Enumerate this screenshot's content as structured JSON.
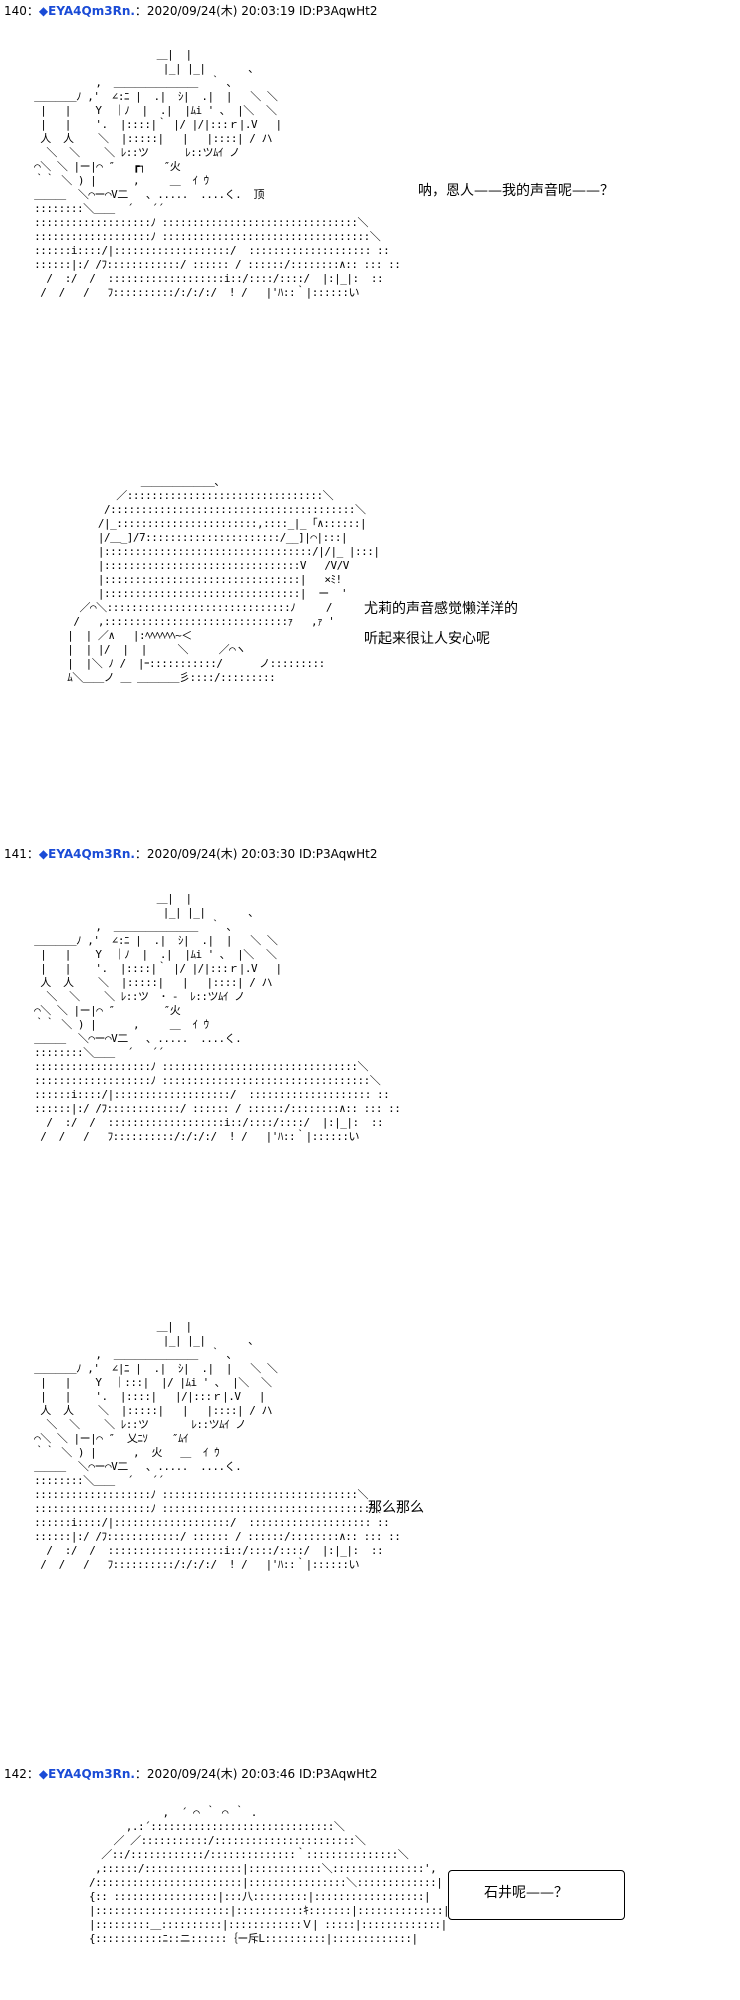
{
  "posts": [
    {
      "number": "140",
      "separator": "：",
      "name": "◆EYA4Qm3Rn.",
      "meta": "：2020/09/24(木) 20:03:19 ID:P3AqwHt2"
    },
    {
      "number": "141",
      "separator": "：",
      "name": "◆EYA4Qm3Rn.",
      "meta": "：2020/09/24(木) 20:03:30 ID:P3AqwHt2"
    },
    {
      "number": "142",
      "separator": "：",
      "name": "◆EYA4Qm3Rn.",
      "meta": "：2020/09/24(木) 20:03:46 ID:P3AqwHt2"
    }
  ],
  "dialogue": {
    "d1": "呐，恩人——我的声音呢——？",
    "d2_line1": "尤莉的声音感觉懒洋洋的",
    "d2_line2": "听起来很让人安心呢",
    "d3": "那么那么",
    "d4": "石井呢——？"
  },
  "ascii_art": {
    "aa1": "                     ＿|  |\n                      |_| |_|       ､\n           ,  ＿＿＿＿＿＿＿＿  ｀ ､\n ＿＿＿＿ﾉ ,'  ∠:ﾆ |  .|  ｼ|  .|  |   ＼ ＼\n  |   |    Y  ｜ﾉ  |  .|  |ﾑi ' ､  |＼  ＼\n  |   |    '.  |::::|｀ |/ |/|:::ｒ|.V   |\n  人  人    ＼  |:::::|   |   |::::| / ハ\n   ＼  ＼    ＼ ﾚ::ツ      ﾚ::ツﾑｲ ノ\n ⌒＼ ＼ |ー|⌒ ″   ┏┐   ″火\n ｀｀ ＼ ) |      ,     ＿  ｲ ｳ\n ＿＿＿  ＼⌒ー⌒V二   ､ .....  ....く.  顶\n ::::::::＼＿＿  ´   ´´                \n :::::::::::::::::::ﾉ ::::::::::::::::::::::::::::::::＼\n :::::::::::::::::::ﾉ ::::::::::::::::::::::::::::::::::＼\n ::::::i::::/|:::::::::::::::::::/  :::::::::::::::::::: ::\n ::::::|:/ /ﾌ::::::::::::/ :::::: / ::::::/::::::::∧:: ::: ::\n   /  :/  /  :::::::::::::::::::i::/::::/::::/  |:|_|:  ::\n  /  /   /   ﾌ::::::::::/:/:/:/  ! /   |'ﾊ::｀|::::::い",
    "aa2": "              ＿＿＿＿＿＿＿、\n          ／::::::::::::::::::::::::::::::::＼\n        /::::::::::::::::::::::::::::::::::::::::＼\n       /|_:::::::::::::::::::::::,::::_|_ ｢∧::::::|\n       |/＿_]/7::::::::::::::::::::::/__]|⌒|:::|\n       |::::::::::::::::::::::::::::::::::/|/|_ |:::|\n       |::::::::::::::::::::::::::::::::V   /V/V\n       |::::::::::::::::::::::::::::::::|   ×ﾐ!\n       |::::::::::::::::::::::::::::::::|  ー  '\n    ／⌒＼::::::::::::::::::::::::::::::ﾉ     /\n   /   ,::::::::::::::::::::::::::::::ｧ   ,ｧ '\n  |  | ／∧   |:ﾍﾍﾍﾍﾍﾍ~＜\n  |  | |/  |  |     ＼     ／⌒ヽ\n  |  |＼ ﾉ /  |ｰ:::::::::::/      ノ:::::::::\n  ﾑ＼＿＿ノ ＿ ＿＿＿＿彡::::/:::::::::",
    "aa3": "                     ＿|  |\n                      |_| |_|       ､\n           ,  ＿＿＿＿＿＿＿＿  ｀ ､\n ＿＿＿＿ﾉ ,'  ∠:ﾆ |  .|  ｼ|  .|  |   ＼ ＼\n  |   |    Y  ｜ﾉ  |  .|  |ﾑi ' ､  |＼  ＼\n  |   |    '.  |::::|｀ |/ |/|:::ｒ|.V   |\n  人  人    ＼  |:::::|   |   |::::| / ハ\n   ＼  ＼    ＼ ﾚ::ツ  ･ ‐  ﾚ::ツﾑｲ ノ\n ⌒＼ ＼ |ー|⌒ ″        ″火\n ｀｀ ＼ ) |      ,     ＿  ｲ ｳ\n ＿＿＿  ＼⌒ー⌒V二   ､ .....  ....く.\n ::::::::＼＿＿  ´   ´´                \n :::::::::::::::::::ﾉ ::::::::::::::::::::::::::::::::＼\n :::::::::::::::::::ﾉ ::::::::::::::::::::::::::::::::::＼\n ::::::i::::/|:::::::::::::::::::/  :::::::::::::::::::: ::\n ::::::|:/ /ﾌ::::::::::::/ :::::: / ::::::/::::::::∧:: ::: ::\n   /  :/  /  :::::::::::::::::::i::/::::/::::/  |:|_|:  ::\n  /  /   /   ﾌ::::::::::/:/:/:/  ! /   |'ﾊ::｀|::::::い",
    "aa4": "                     ＿|  |\n                      |_| |_|       ､\n           ,  ＿＿＿＿＿＿＿＿  ｀ ､\n ＿＿＿＿ﾉ ,'  ∠|ﾆ |  .|  ｼ|  .|  |   ＼ ＼\n  |   |    Y  ｜:::|  |/ |ﾑi ' ､  |＼  ＼\n  |   |    '.  |::::|   |/|:::ｒ|.V   |\n  人  人    ＼  |:::::|   |   |::::| / ハ\n   ＼  ＼    ＼ ﾚ::ツ       ﾚ::ツﾑｲ ノ\n ⌒＼ ＼ |ー|⌒ ″  乂ﾆｿ    ″ﾑｲ\n ｀｀ ＼ ) |      ,  火   ＿  ｲ ｳ\n ＿＿＿  ＼⌒ー⌒V二   ､ .....  ....く.\n ::::::::＼＿＿  ´   ´´                \n :::::::::::::::::::ﾉ ::::::::::::::::::::::::::::::::＼\n :::::::::::::::::::ﾉ ::::::::::::::::::::::::::::::::::＼\n ::::::i::::/|:::::::::::::::::::/  :::::::::::::::::::: ::\n ::::::|:/ /ﾌ::::::::::::/ :::::: / ::::::/::::::::∧:: ::: ::\n   /  :/  /  :::::::::::::::::::i::/::::/::::/  |:|_|:  ::\n  /  /   /   ﾌ::::::::::/:/:/:/  ! /   |'ﾊ::｀|::::::い",
    "aa5": "                    ,  ´ ⌒ ｀ ⌒ ｀ .\n              ,.:´::::::::::::::::::::::::::::::＼\n            ／ ／:::::::::::/:::::::::::::::::::::::＼\n          ／::/::::::::::::/::::::::::::::｀:::::::::::::::＼\n         ,::::::/::::::::::::::::|::::::::::::＼:::::::::::::::',\n        /::::::::::::::::::::::::|::::::::::::::::＼:::::::::::::|\n        {:: :::::::::::::::::|:::八:::::::::|::::::::::::::::::|\n        |::::::::::::::::::::::|:::::::::::ｷ:::::::|::::::::::::::|\n        |:::::::::＿::::::::::|::::::::::::Ｖ| :::::|:::::::::::::|\n        {:::::::::::ﾆ::ニ::::::｛ー斥L::::::::::|:::::::::::::|"
  }
}
